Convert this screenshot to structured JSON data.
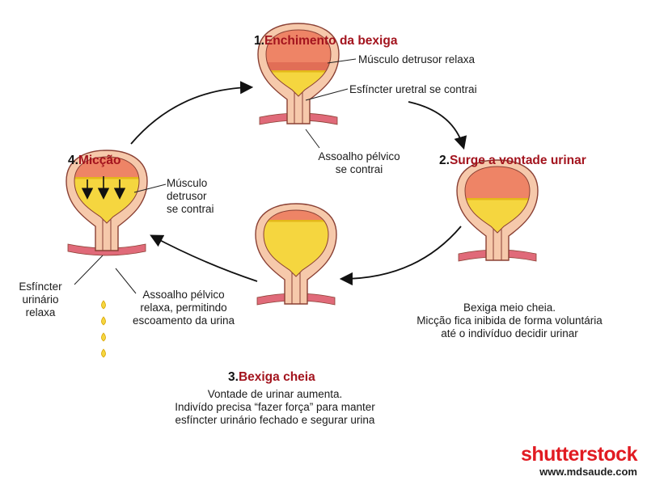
{
  "colors": {
    "accent": "#a3141e",
    "brand": "#e11b22",
    "urine": "#f5d63f",
    "urine_dark": "#d9a300",
    "muscle": "#ee8466",
    "muscle_dark": "#c8463a",
    "tissue": "#f6c9ab",
    "outline": "#8a4034",
    "floor": "#e06a79"
  },
  "stages": [
    {
      "num": "1.",
      "title": "Enchimento da bexiga"
    },
    {
      "num": "2.",
      "title": "Surge a vontade urinar"
    },
    {
      "num": "3.",
      "title": "Bexiga cheia"
    },
    {
      "num": "4.",
      "title": "Micção"
    }
  ],
  "labels": {
    "detrusor_relaxa": "Músculo detrusor relaxa",
    "esfincter_contrai": "Esfíncter uretral se contrai",
    "assoalho_contrai": [
      "Assoalho pélvico",
      "se contrai"
    ],
    "stage2_desc": [
      "Bexiga meio cheia.",
      "Micção fica inibida de forma voluntária",
      "até o indivíduo decidir urinar"
    ],
    "stage3_desc": [
      "Vontade de urinar aumenta.",
      "Indivído precisa “fazer força” para manter",
      "esfíncter urinário fechado e segurar urina"
    ],
    "detrusor_contrai": [
      "Músculo",
      "detrusor",
      "se contrai"
    ],
    "esfincter_relaxa": [
      "Esfíncter",
      "urinário",
      "relaxa"
    ],
    "assoalho_relaxa": [
      "Assoalho pélvico",
      "relaxa, permitindo",
      "escoamento da urina"
    ]
  },
  "watermark": {
    "brand": "shutterstock",
    "site": "www.mdsaude.com"
  }
}
